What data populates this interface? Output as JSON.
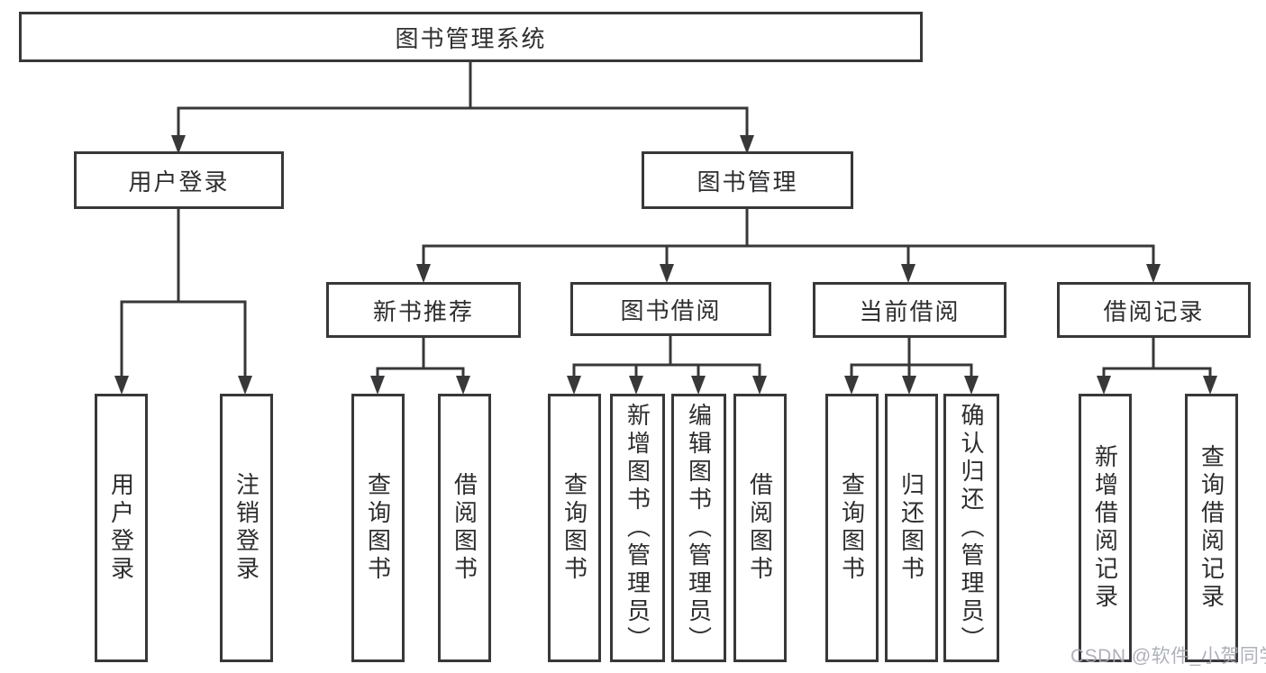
{
  "tree": {
    "label": "图书管理系统",
    "children": [
      {
        "label": "用户登录",
        "children": [
          {
            "label": "用户登录"
          },
          {
            "label": "注销登录"
          }
        ]
      },
      {
        "label": "图书管理",
        "children": [
          {
            "label": "新书推荐",
            "children": [
              {
                "label": "查询图书"
              },
              {
                "label": "借阅图书"
              }
            ]
          },
          {
            "label": "图书借阅",
            "children": [
              {
                "label": "查询图书"
              },
              {
                "label": "新增图书（管理员）"
              },
              {
                "label": "编辑图书（管理员）"
              },
              {
                "label": "借阅图书"
              }
            ]
          },
          {
            "label": "当前借阅",
            "children": [
              {
                "label": "查询图书"
              },
              {
                "label": "归还图书"
              },
              {
                "label": "确认归还（管理员）"
              }
            ]
          },
          {
            "label": "借阅记录",
            "children": [
              {
                "label": "新增借阅记录"
              },
              {
                "label": "查询借阅记录"
              }
            ]
          }
        ]
      }
    ]
  },
  "watermark": {
    "text": "CSDN @软件_小贺同学"
  },
  "colors": {
    "line": "#38383b",
    "text": "#2e2e30",
    "watermark": "#a4a9b1",
    "background": "#ffffff"
  }
}
